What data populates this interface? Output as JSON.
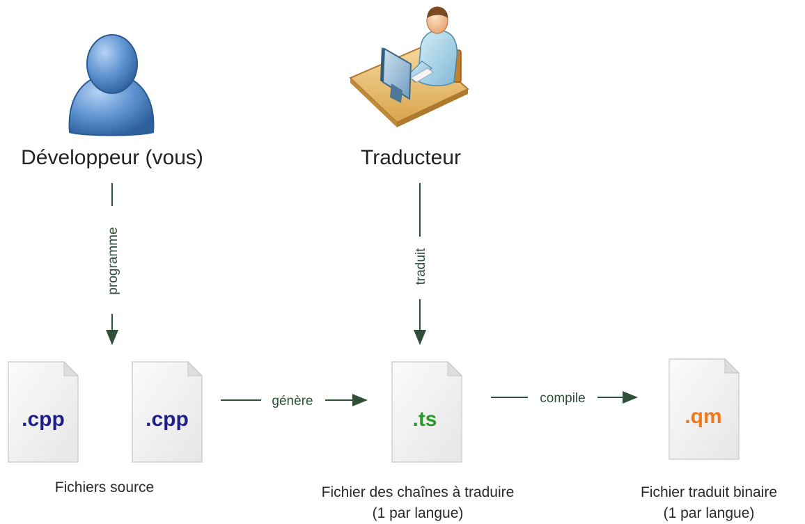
{
  "actors": {
    "developer": {
      "label": "Développeur (vous)",
      "icon": "person-icon"
    },
    "translator": {
      "label": "Traducteur",
      "icon": "translator-at-computer-icon"
    }
  },
  "arrows": {
    "programme": "programme",
    "traduit": "traduit",
    "genere": "génère",
    "compile": "compile"
  },
  "files": {
    "cpp1": {
      "ext": ".cpp",
      "color": "#1e1e8c"
    },
    "cpp2": {
      "ext": ".cpp",
      "color": "#1e1e8c"
    },
    "ts": {
      "ext": ".ts",
      "color": "#2b9a2b"
    },
    "qm": {
      "ext": ".qm",
      "color": "#f07a1a"
    }
  },
  "captions": {
    "source": "Fichiers source",
    "strings_line1": "Fichier des chaînes à traduire",
    "strings_line2": "(1 par langue)",
    "binary_line1": "Fichier traduit binaire",
    "binary_line2": "(1 par langue)"
  },
  "colors": {
    "arrow": "#2f4f3a"
  }
}
